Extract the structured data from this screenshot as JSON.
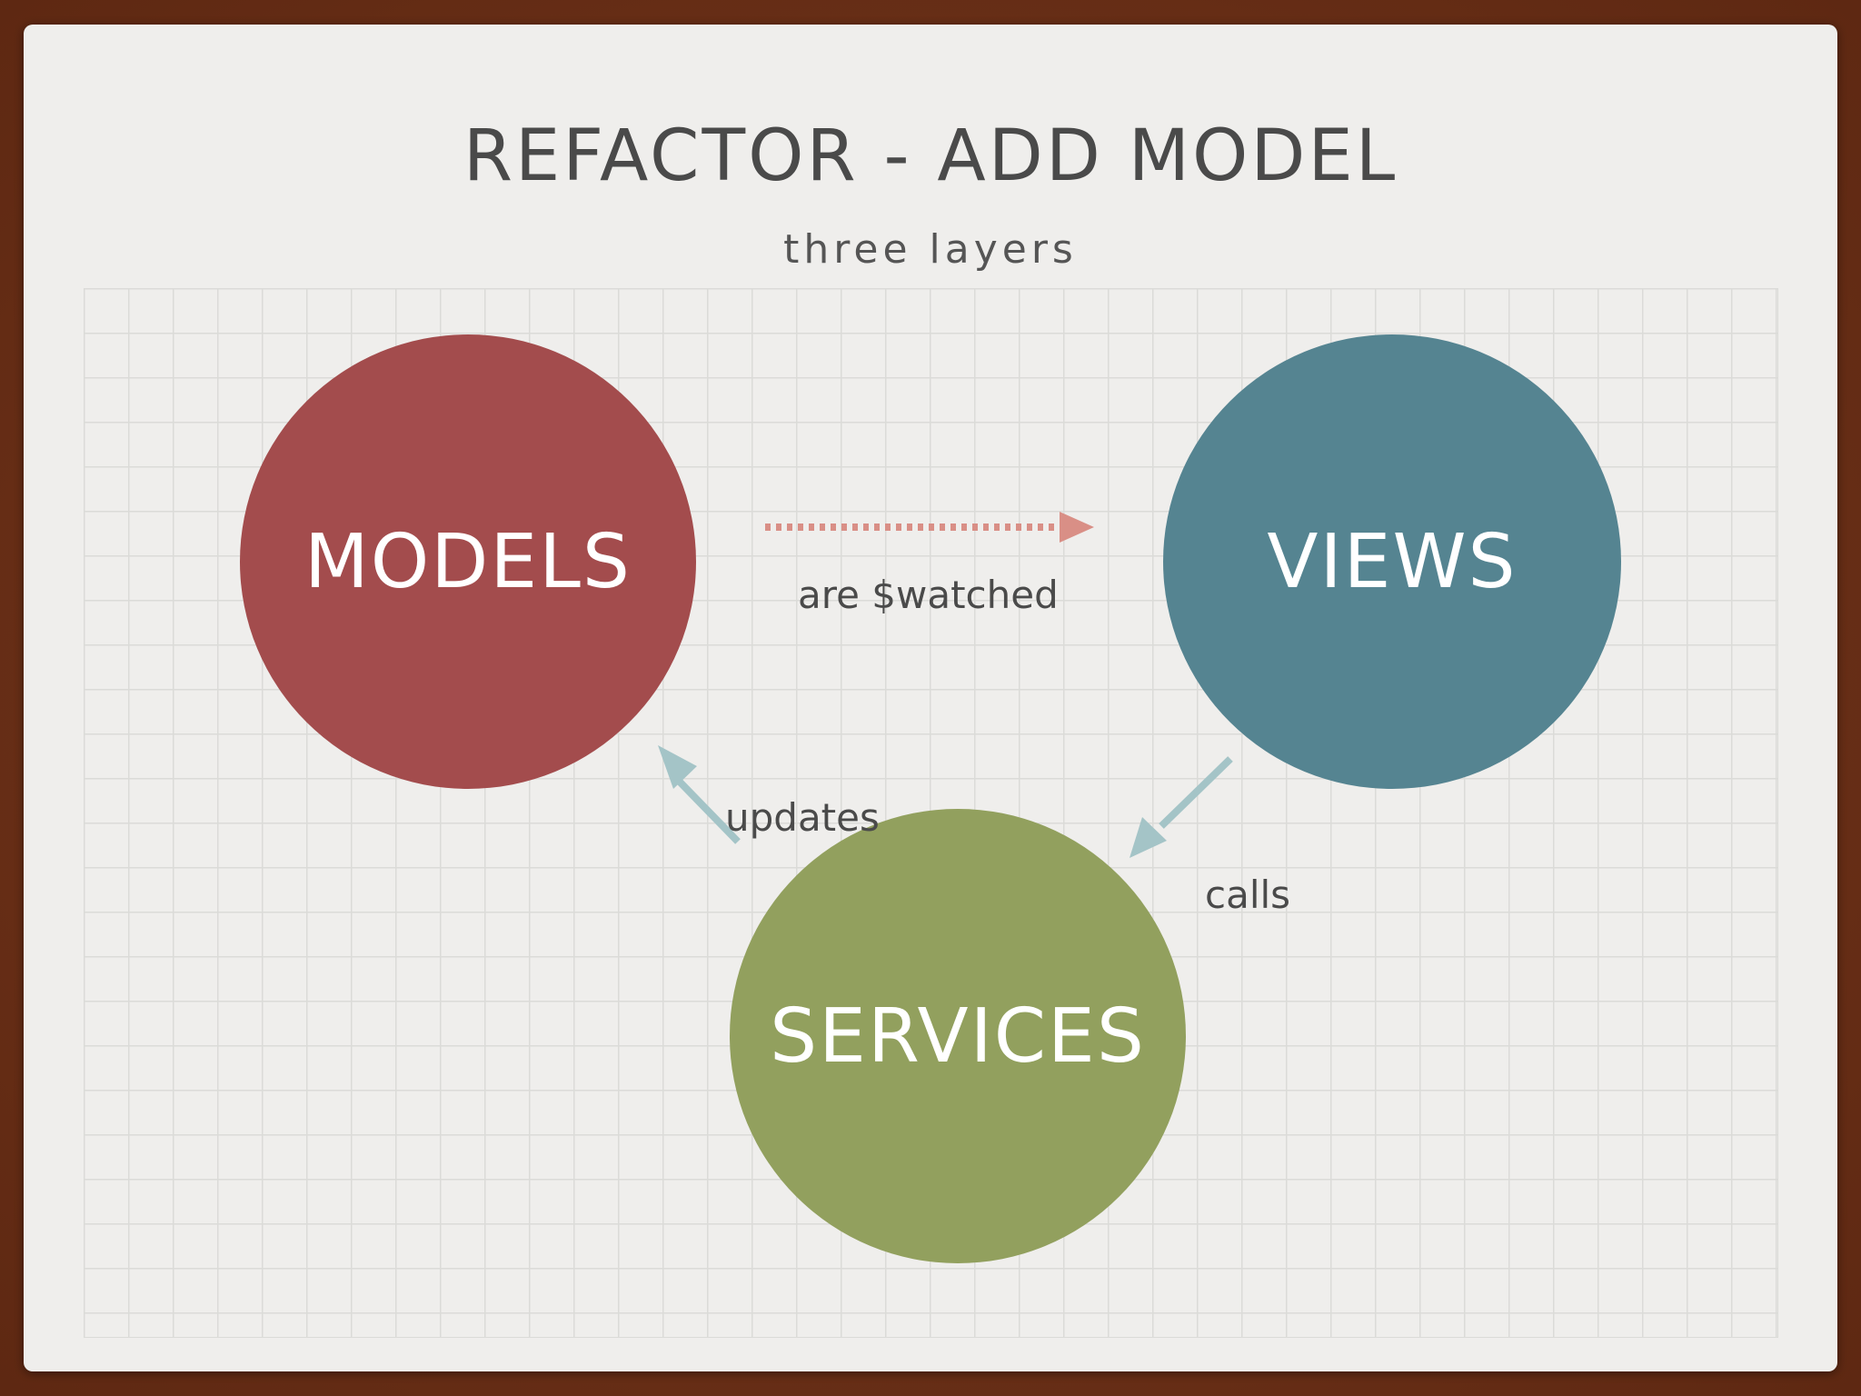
{
  "slide": {
    "title": "REFACTOR - ADD MODEL",
    "subtitle": "three layers"
  },
  "nodes": {
    "models": {
      "label": "MODELS",
      "color": "#a34c4d"
    },
    "views": {
      "label": "VIEWS",
      "color": "#558491"
    },
    "services": {
      "label": "SERVICES",
      "color": "#92a05e"
    }
  },
  "edges": {
    "watched": {
      "label": "are $watched",
      "color": "#d98f86",
      "style": "dotted"
    },
    "updates": {
      "label": "updates",
      "color": "#a4c4c7",
      "style": "solid"
    },
    "calls": {
      "label": "calls",
      "color": "#a4c4c7",
      "style": "solid"
    }
  },
  "colors": {
    "frame": "#6b2f18",
    "paper": "#efeeec",
    "grid": "#d9d9d6",
    "text": "#4a4a4a"
  }
}
